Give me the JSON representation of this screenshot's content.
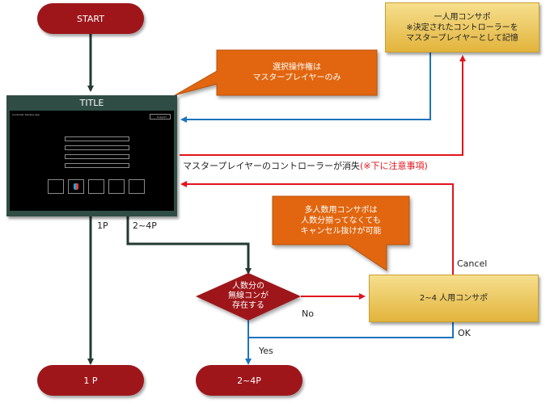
{
  "nodes": {
    "start": "START",
    "title": "TITLE",
    "single_support": "一人用コンサポ\n※決定されたコントローラーを\nマスタープレイヤーとして記憶",
    "callout_master": "選択操作権は\nマスタープレイヤーのみ",
    "callout_multi": "多人数用コンサポは\n人数分揃ってなくても\nキャンセル抜けが可能",
    "decision": "人数分の\n無線コンが\n存在する",
    "multi_support": "2~4 人用コンサポ",
    "end_1p": "1 P",
    "end_24p": "2~4P"
  },
  "edges": {
    "controller_lost": "マスタープレイヤーのコントローラーが消失",
    "controller_lost_note": "(※下に注意事項)",
    "branch_1p": "1P",
    "branch_24p": "2~4P",
    "no": "No",
    "yes": "Yes",
    "ok": "OK",
    "cancel": "Cancel"
  },
  "title_screen": {
    "header_left": "Controller Sample App",
    "header_right": "Support"
  },
  "colors": {
    "pill": "#9e161a",
    "title_bg": "#2f4d44",
    "callout": "#e1660f",
    "red_arrow": "#e0141c",
    "blue_arrow": "#1e73be",
    "dark_arrow": "#233a33"
  }
}
